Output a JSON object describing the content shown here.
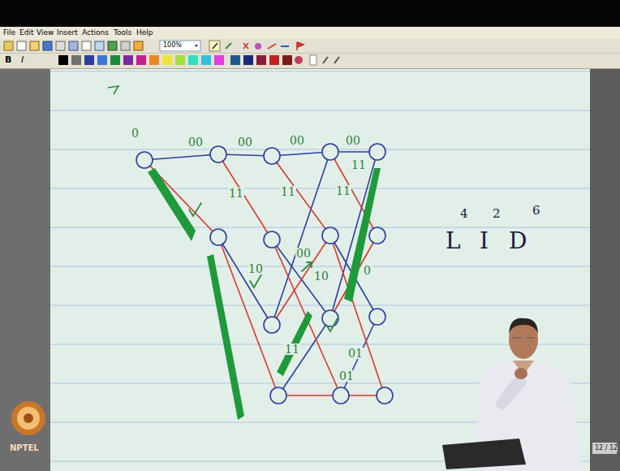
{
  "diagram": {
    "labels": [
      "File",
      "Edit",
      "View",
      "Insert",
      "Actions",
      "Tools",
      "Help",
      "100%",
      "B",
      "I",
      "0",
      "00",
      "00",
      "00",
      "00",
      "11",
      "11",
      "11",
      "11",
      "10",
      "00",
      "10",
      "0",
      "11",
      "01",
      "01",
      "L",
      "4",
      "I",
      "2",
      "D",
      "6",
      "NPTEL",
      "12 / 12"
    ]
  }
}
